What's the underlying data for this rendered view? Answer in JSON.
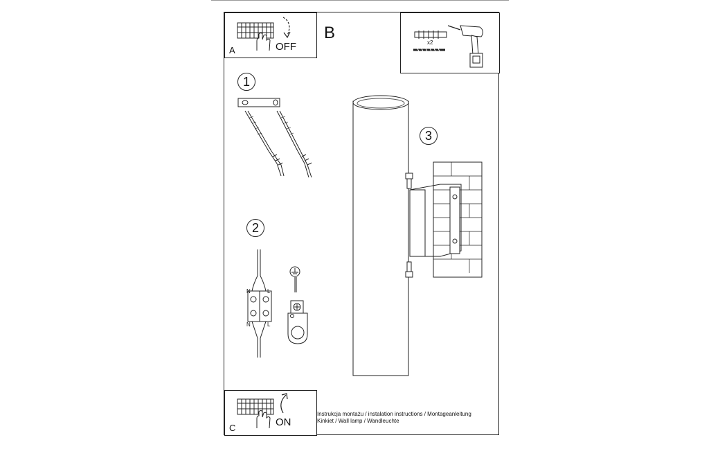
{
  "panels": {
    "a": {
      "letter": "A",
      "state": "OFF"
    },
    "b": {
      "letter": "B",
      "quantity": "x2"
    },
    "c": {
      "letter": "C",
      "state": "ON"
    }
  },
  "steps": [
    "1",
    "2",
    "3"
  ],
  "wiring": {
    "top_left": "N",
    "top_right": "L",
    "bottom_left": "N",
    "bottom_right": "L"
  },
  "caption": {
    "line1": "Instrukcja montażu / instalation instructions / Montageanleitung",
    "line2": "Kinkiet / Wall lamp / Wandleuchte"
  }
}
